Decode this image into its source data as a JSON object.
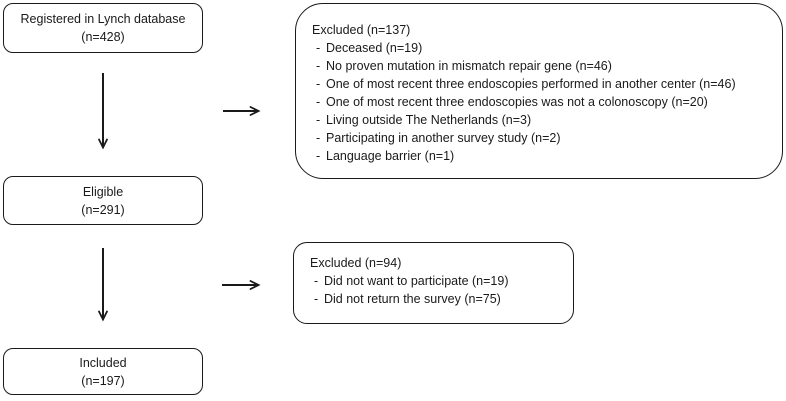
{
  "flow": {
    "nodes": {
      "registered": {
        "label": "Registered in Lynch database",
        "count": "(n=428)"
      },
      "eligible": {
        "label": "Eligible",
        "count": "(n=291)"
      },
      "included": {
        "label": "Included",
        "count": "(n=197)"
      }
    },
    "exclusions": [
      {
        "title": "Excluded (n=137)",
        "items": [
          "Deceased (n=19)",
          "No proven mutation in mismatch repair gene (n=46)",
          "One of most recent three endoscopies performed in another center (n=46)",
          "One of most recent three endoscopies was not a colonoscopy (n=20)",
          "Living outside The Netherlands (n=3)",
          "Participating in another survey study (n=2)",
          "Language barrier (n=1)"
        ]
      },
      {
        "title": "Excluded (n=94)",
        "items": [
          "Did not want to participate (n=19)",
          "Did not return the survey (n=75)"
        ]
      }
    ],
    "bullet": "-",
    "colors": {
      "line": "#1a1a1a",
      "background": "#ffffff",
      "text": "#1a1a1a"
    }
  }
}
